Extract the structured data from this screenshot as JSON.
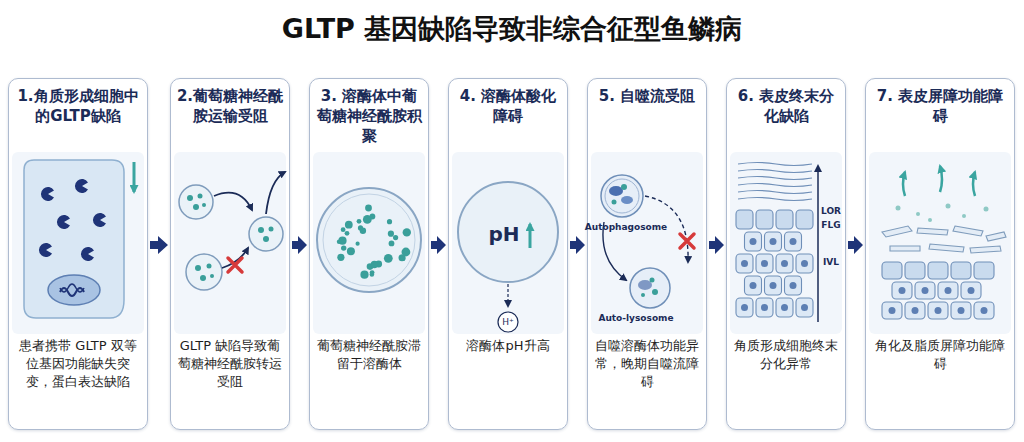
{
  "diagram": {
    "title": "GLTP 基因缺陷导致非综合征型鱼鳞病",
    "nodes": [
      {
        "text": [
          "1.角质形成细胞中的GLTP缺陷",
          "患者携带 GLTP 双等位基因功能缺失突变，蛋白表达缺陷"
        ]
      },
      {
        "text": [
          "2.葡萄糖神经酰胺运输受阻",
          "GLTP 缺陷导致葡萄糖神经酰胺转运受阻"
        ]
      },
      {
        "text": [
          "3. 溶酶体中葡萄糖神经酰胺积聚",
          "葡萄糖神经酰胺滞留于溶酶体"
        ]
      },
      {
        "text": [
          "4. 溶酶体酸化障碍",
          "溶酶体pH升高"
        ]
      },
      {
        "text": [
          "5. 自噬流受阻",
          "自噬溶酶体功能异常，晚期自噬流障碍"
        ]
      },
      {
        "text": [
          "6. 表皮终末分化缺陷",
          "角质形成细胞终末分化异常"
        ]
      },
      {
        "text": [
          "7. 表皮屏障功能障碍",
          "角化及脂质屏障功能障碍"
        ]
      }
    ],
    "edges": [
      {
        "from": 0,
        "to": 1,
        "arrow": "to"
      },
      {
        "from": 1,
        "to": 2,
        "arrow": "to"
      },
      {
        "from": 2,
        "to": 3,
        "arrow": "to"
      },
      {
        "from": 3,
        "to": 4,
        "arrow": "to"
      },
      {
        "from": 4,
        "to": 5,
        "arrow": "to"
      },
      {
        "from": 5,
        "to": 6,
        "arrow": "to"
      }
    ],
    "labels": [
      "pH",
      "H⁺",
      "Autophagosome",
      "Auto-lysosome",
      "LOR",
      "FLG",
      "IVL"
    ]
  }
}
